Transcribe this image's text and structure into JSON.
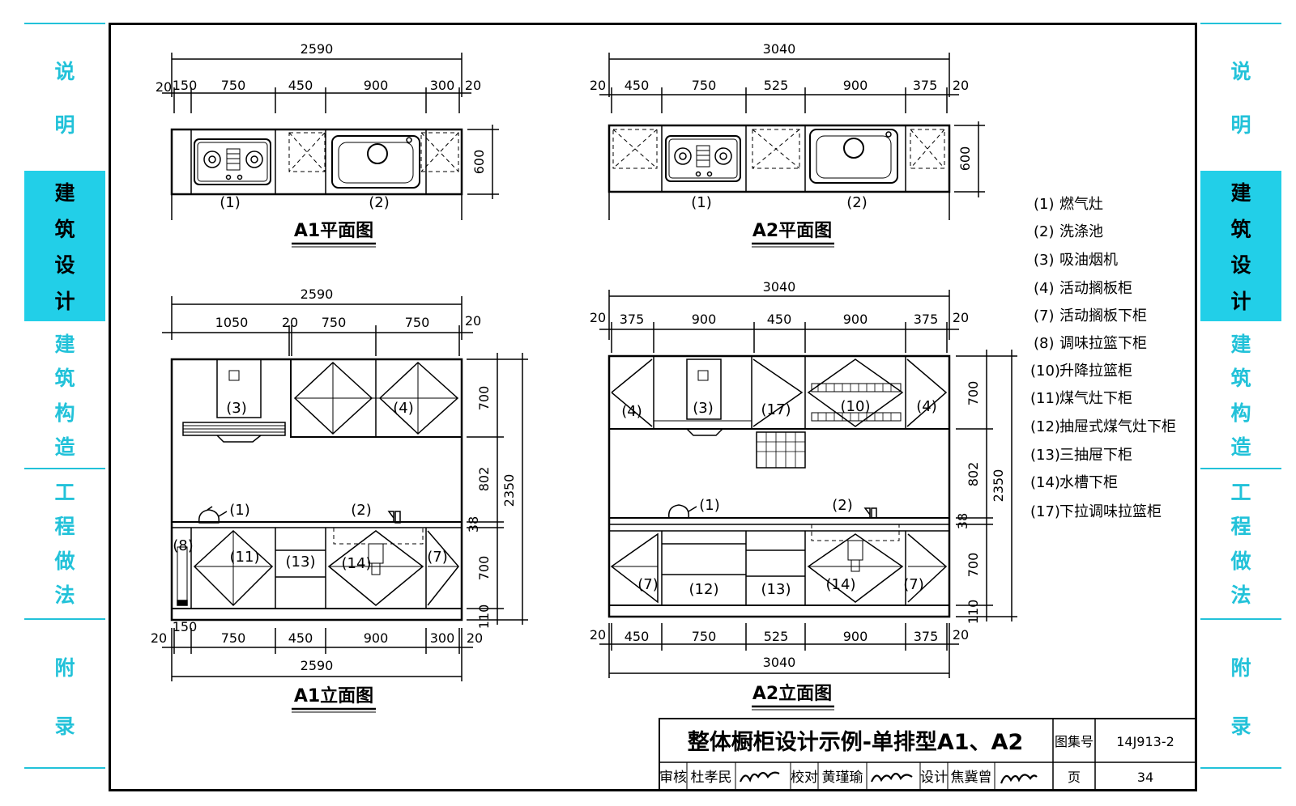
{
  "side_tabs": [
    {
      "chars": [
        "说",
        "明"
      ],
      "active": false
    },
    {
      "chars": [
        "建",
        "筑",
        "设",
        "计"
      ],
      "active": true
    },
    {
      "chars": [
        "建",
        "筑",
        "构",
        "造"
      ],
      "active": false
    },
    {
      "chars": [
        "工",
        "程",
        "做",
        "法"
      ],
      "active": false
    },
    {
      "chars": [
        "附",
        "录"
      ],
      "active": false
    }
  ],
  "drawings": {
    "a1_plan": {
      "title": "A1平面图",
      "total": "2590",
      "segments": [
        "20",
        "150",
        "750",
        "450",
        "900",
        "300",
        "20"
      ],
      "depth": "600",
      "tags": [
        "(1)",
        "(2)"
      ]
    },
    "a2_plan": {
      "title": "A2平面图",
      "total": "3040",
      "segments": [
        "20",
        "450",
        "750",
        "525",
        "900",
        "375",
        "20"
      ],
      "depth": "600",
      "tags": [
        "(1)",
        "(2)"
      ]
    },
    "a1_elev": {
      "title": "A1立面图",
      "total_top": "2590",
      "top_segments": [
        "1050",
        "20",
        "750",
        "750",
        "20"
      ],
      "bottom_segments": [
        "20",
        "150",
        "750",
        "450",
        "900",
        "300",
        "20"
      ],
      "total_bottom": "2590",
      "heights": [
        "700",
        "802",
        "38",
        "700",
        "110"
      ],
      "height_total": "2350",
      "tags": [
        "(3)",
        "(4)",
        "(1)",
        "(2)",
        "(8)",
        "(11)",
        "(13)",
        "(14)",
        "(7)"
      ]
    },
    "a2_elev": {
      "title": "A2立面图",
      "total_top": "3040",
      "top_segments": [
        "20",
        "375",
        "900",
        "450",
        "900",
        "375",
        "20"
      ],
      "bottom_segments": [
        "20",
        "450",
        "750",
        "525",
        "900",
        "375",
        "20"
      ],
      "total_bottom": "3040",
      "heights": [
        "700",
        "802",
        "38",
        "700",
        "110"
      ],
      "height_total": "2350",
      "tags": [
        "(4)",
        "(3)",
        "(17)",
        "(10)",
        "(4)",
        "(1)",
        "(2)",
        "(7)",
        "(12)",
        "(13)",
        "(14)",
        "(7)"
      ]
    }
  },
  "legend": [
    {
      "num": "(1)",
      "text": "燃气灶"
    },
    {
      "num": "(2)",
      "text": "洗涤池"
    },
    {
      "num": "(3)",
      "text": "吸油烟机"
    },
    {
      "num": "(4)",
      "text": "活动搁板柜"
    },
    {
      "num": "(7)",
      "text": "活动搁板下柜"
    },
    {
      "num": "(8)",
      "text": "调味拉篮下柜"
    },
    {
      "num": "(10)",
      "text": "升降拉篮柜"
    },
    {
      "num": "(11)",
      "text": "煤气灶下柜"
    },
    {
      "num": "(12)",
      "text": "抽屉式煤气灶下柜"
    },
    {
      "num": "(13)",
      "text": "三抽屉下柜"
    },
    {
      "num": "(14)",
      "text": "水槽下柜"
    },
    {
      "num": "(17)",
      "text": "下拉调味拉篮柜"
    }
  ],
  "title_block": {
    "title": "整体橱柜设计示例-单排型A1、A2",
    "atlas_label": "图集号",
    "atlas_no": "14J913-2",
    "review_label": "审核",
    "reviewer": "杜孝民",
    "check_label": "校对",
    "checker": "黄瑾瑜",
    "design_label": "设计",
    "designer": "焦冀曾",
    "page_label": "页",
    "page_no": "34"
  }
}
